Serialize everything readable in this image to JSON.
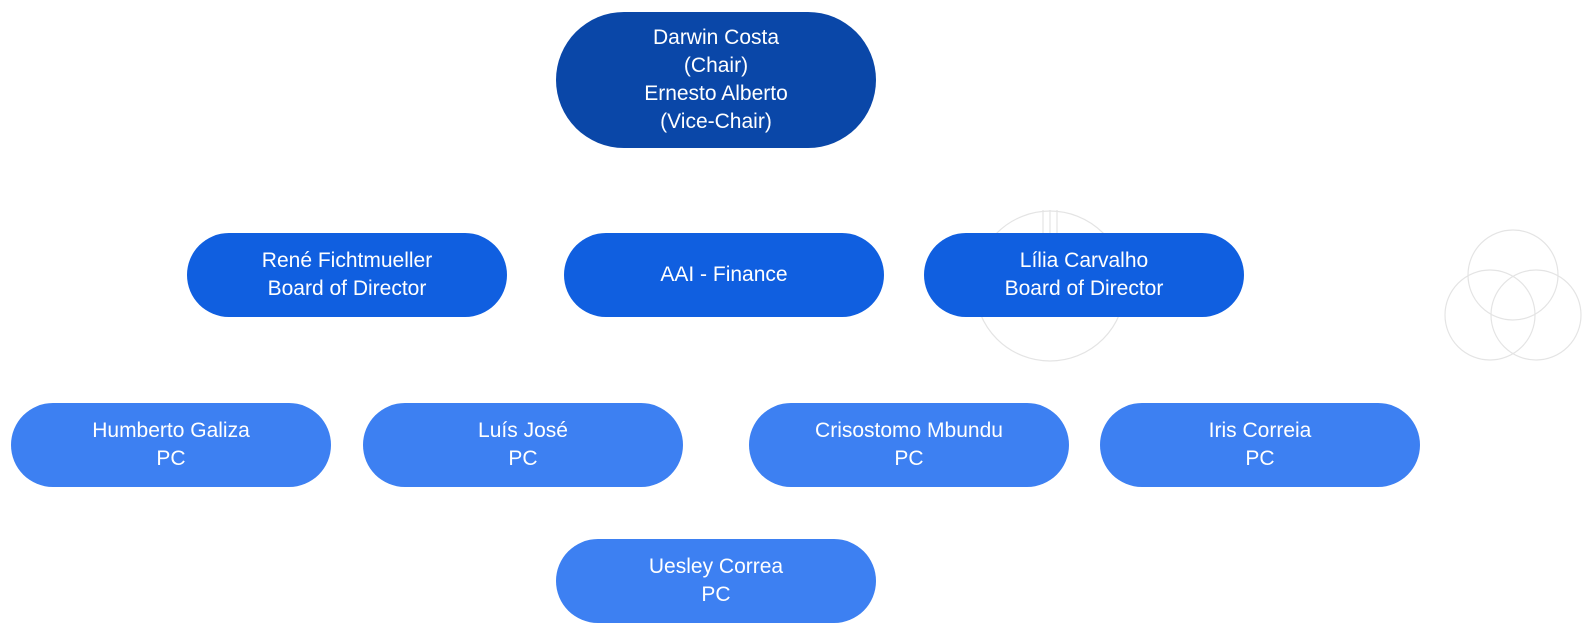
{
  "chair_node": {
    "line1": "Darwin Costa",
    "line2": "(Chair)",
    "line3": "Ernesto Alberto",
    "line4": "(Vice-Chair)"
  },
  "board_nodes": [
    {
      "line1": "René Fichtmueller",
      "line2": "Board of Director"
    },
    {
      "line1": "AAI - Finance"
    },
    {
      "line1": "Lília Carvalho",
      "line2": "Board of Director"
    }
  ],
  "pc_nodes": [
    {
      "line1": "Humberto Galiza",
      "line2": "PC"
    },
    {
      "line1": "Luís José",
      "line2": "PC"
    },
    {
      "line1": "Crisostomo Mbundu",
      "line2": "PC"
    },
    {
      "line1": "Iris Correia",
      "line2": "PC"
    },
    {
      "line1": "Uesley Correa",
      "line2": "PC"
    }
  ],
  "colors": {
    "level0": "#0a47a8",
    "level1": "#105fe0",
    "level2": "#3d80f2",
    "text": "#ffffff",
    "decoration_stroke": "#e4e4e4"
  },
  "icons": {
    "decoration_left": "circle-outline-icon",
    "decoration_right": "overlapping-circles-icon"
  }
}
